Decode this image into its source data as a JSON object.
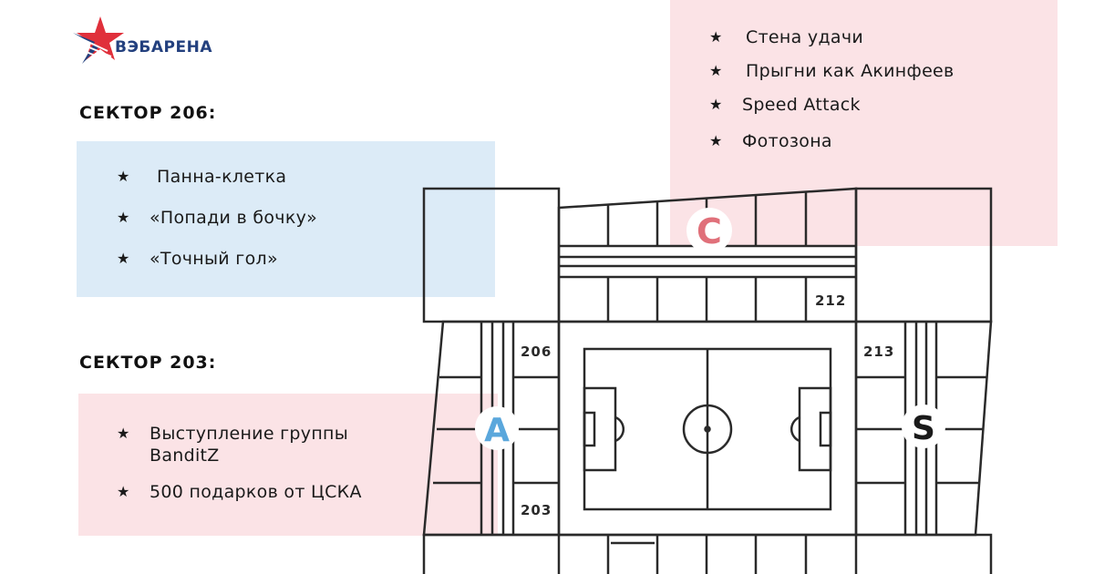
{
  "logo": {
    "text": "ВЭБАРЕНА",
    "colors": {
      "blue": "#23407e",
      "red": "#e0303b"
    }
  },
  "sectors": [
    {
      "title": "СЕКТОР 206:",
      "items": [
        "Панна-клетка",
        "«Попади в бочку»",
        "«Точный гол»"
      ]
    },
    {
      "title": "СЕКТОР 203:",
      "items": [
        "Выступление группы BanditZ",
        "500 подарков от ЦСКА"
      ]
    }
  ],
  "top_right": {
    "items": [
      "Стена удачи",
      "Прыгни как Акинфеев",
      "Speed Attack",
      "Фотозона"
    ]
  },
  "map": {
    "stand_labels": {
      "c": "C",
      "a": "A",
      "s": "S"
    },
    "sector_numbers": {
      "s212": "212",
      "s206": "206",
      "s213": "213",
      "s203": "203"
    }
  },
  "colors": {
    "panel_blue": "#dcebf7",
    "panel_pink": "#fbe3e6",
    "stand_c": "#e0707a",
    "stand_a": "#5aa7dc",
    "stand_s": "#1a1a1a"
  }
}
